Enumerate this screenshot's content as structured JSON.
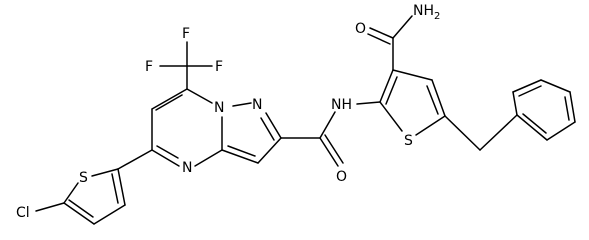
{
  "atom_labels": {
    "cf3_f_left": "F",
    "cf3_f_top": "F",
    "cf3_f_right": "F",
    "chloro": "Cl",
    "thiophene_s_left": "S",
    "pyrimidine_n": "N",
    "bridgehead_n": "N",
    "pyrazole_n": "N",
    "amide_nh": "NH",
    "amide_o": "O",
    "thiophene_s_right": "S",
    "carboxamide_o": "O",
    "carboxamide_nh2": "NH",
    "carboxamide_nh2_sub": "2"
  }
}
